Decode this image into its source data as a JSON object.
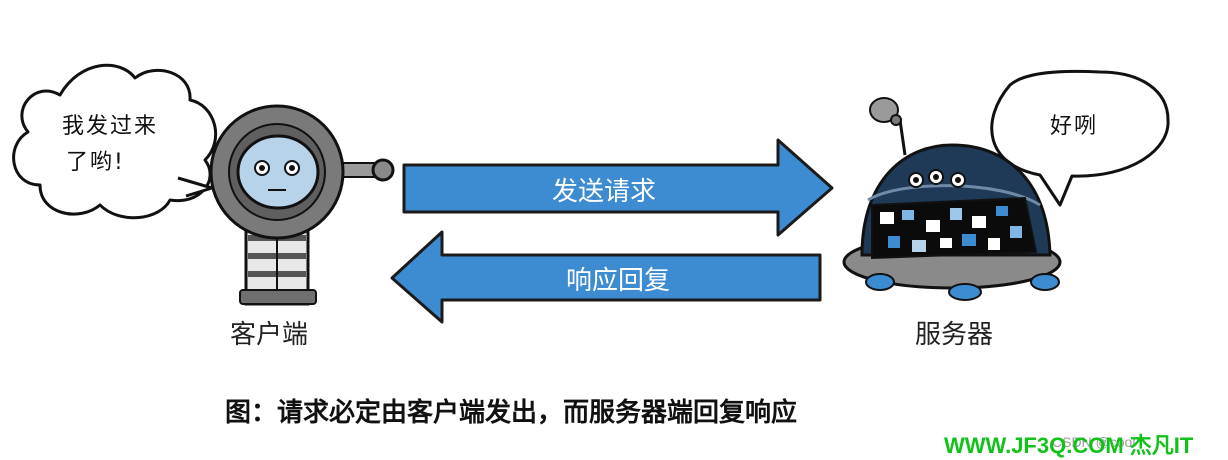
{
  "client": {
    "label": "客户端",
    "speech_line1": "我发过来",
    "speech_line2": "了哟!"
  },
  "server": {
    "label": "服务器",
    "speech": "好咧"
  },
  "arrows": {
    "request": "发送请求",
    "response": "响应回复"
  },
  "caption": "图：请求必定由客户端发出，而服务器端回复响应",
  "watermark": {
    "main": "WWW.JF3Q.COM 杰凡IT",
    "sub": "CSDN @cool"
  },
  "colors": {
    "arrow_fill": "#3d8bd1",
    "arrow_stroke": "#1b1b1b",
    "robot_gray": "#7a7a7a",
    "robot_face": "#b7d3ea",
    "server_dome": "#1f3a57",
    "watermark_green": "#12c21a"
  }
}
